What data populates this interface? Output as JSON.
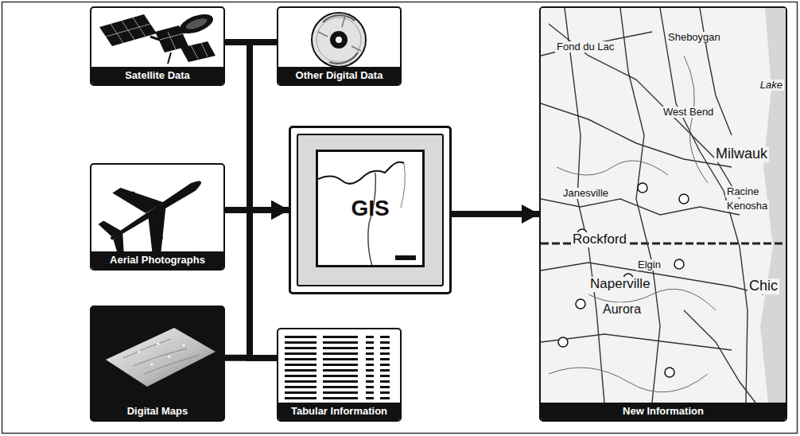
{
  "diagram": {
    "nodes": [
      {
        "text": [
          "Satellite Data"
        ]
      },
      {
        "text": [
          "Other Digital Data"
        ]
      },
      {
        "text": [
          "Aerial Photographs"
        ]
      },
      {
        "text": [
          "GIS"
        ]
      },
      {
        "text": [
          "Digital Maps"
        ]
      },
      {
        "text": [
          "Tabular Information"
        ]
      },
      {
        "text": [
          "New Information"
        ]
      }
    ],
    "edges": [
      {
        "from": 0,
        "to": 3,
        "arrow": "to"
      },
      {
        "from": 1,
        "to": 3,
        "arrow": "to"
      },
      {
        "from": 2,
        "to": 3,
        "arrow": "to"
      },
      {
        "from": 4,
        "to": 3,
        "arrow": "to"
      },
      {
        "from": 5,
        "to": 3,
        "arrow": "to"
      },
      {
        "from": 3,
        "to": 6,
        "arrow": "to"
      }
    ],
    "labels": [
      "Fond du Lac",
      "Sheboygan",
      "West Bend",
      "Milwauk",
      "Racine",
      "Kenosha",
      "Janesville",
      "Rockford",
      "Elgin",
      "Naperville",
      "Aurora",
      "Chic",
      "Lake"
    ]
  }
}
